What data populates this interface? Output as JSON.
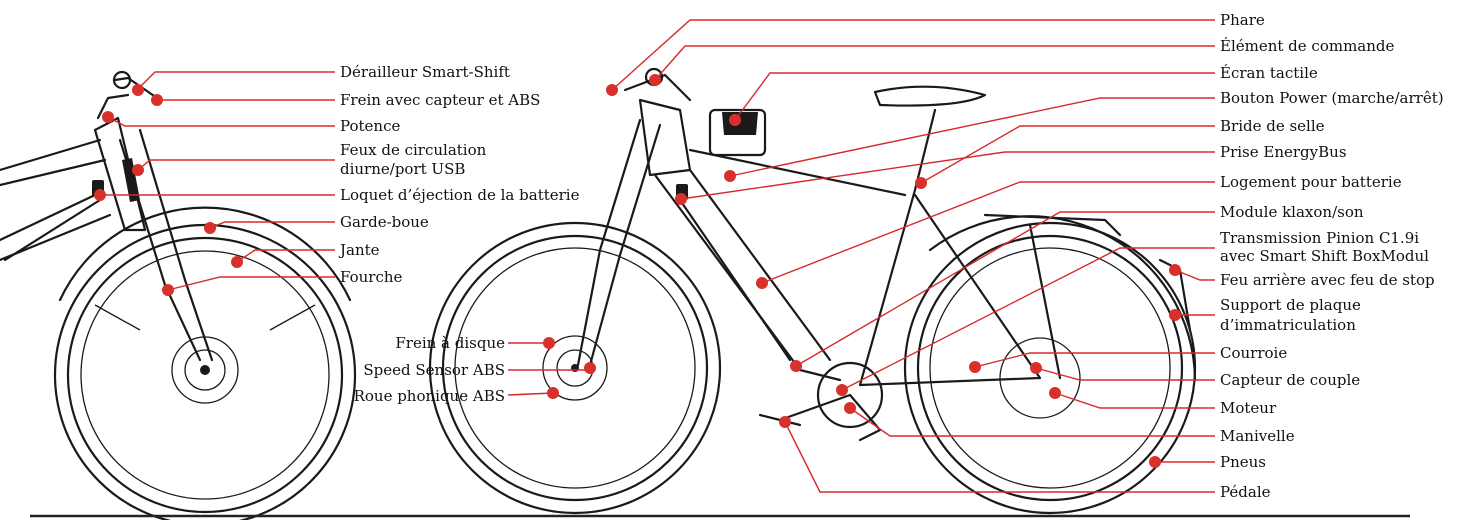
{
  "labels": {
    "derailleur": "Dérailleur Smart-Shift",
    "frein_abs": "Frein avec capteur et ABS",
    "potence": "Potence",
    "feux_1": "Feux de circulation",
    "feux_2": "diurne/port USB",
    "loquet": "Loquet d’éjection de la batterie",
    "garde_boue": "Garde-boue",
    "jante": "Jante",
    "fourche": "Fourche",
    "frein_disque": "Frein à disque",
    "speed_sensor": "Speed Sensor ABS",
    "roue_phonique": "Roue phonique ABS",
    "phare": "Phare",
    "element_commande": "Élément de commande",
    "ecran": "Écran tactile",
    "bouton_power": "Bouton Power (marche/arrêt)",
    "bride_selle": "Bride de selle",
    "prise_energybus": "Prise EnergyBus",
    "logement_batterie": "Logement pour batterie",
    "module_klaxon": "Module klaxon/son",
    "transmission_1": "Transmission Pinion C1.9i",
    "transmission_2": "avec Smart Shift BoxModul",
    "feu_arriere": "Feu arrière avec feu de stop",
    "support_plaque_1": "Support de plaque",
    "support_plaque_2": "d’immatriculation",
    "courroie": "Courroie",
    "capteur_couple": "Capteur de couple",
    "moteur": "Moteur",
    "manivelle": "Manivelle",
    "pneus": "Pneus",
    "pedale": "Pédale"
  },
  "colors": {
    "accent": "#d8312b",
    "line": "#1a1a1a"
  }
}
